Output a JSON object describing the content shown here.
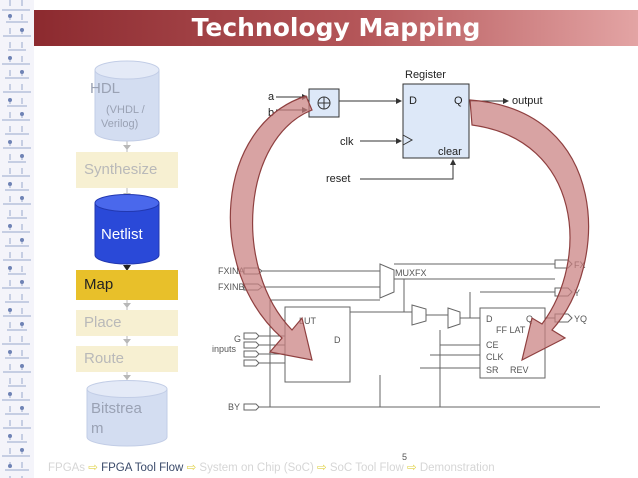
{
  "slide": {
    "title": "Technology Mapping",
    "page_number": "5"
  },
  "flow": {
    "hdl_label": "HDL",
    "hdl_sub_1": "(VHDL /",
    "hdl_sub_2": "Verilog)",
    "synthesize": "Synthesize",
    "netlist": "Netlist",
    "map": "Map",
    "place": "Place",
    "route": "Route",
    "bitstream_1": "Bitstrea",
    "bitstream_2": "m"
  },
  "rtl": {
    "register": "Register",
    "a": "a",
    "b": "b",
    "d": "D",
    "q": "Q",
    "output": "output",
    "clk": "clk",
    "clear": "clear",
    "reset": "reset"
  },
  "slice": {
    "fxina": "FXINA",
    "fxinb": "FXINB",
    "muxfx": "MUXFX",
    "fx": "FX",
    "y": "Y",
    "yq": "YQ",
    "lut": "LUT",
    "lut_d": "D",
    "g": "G",
    "inputs": "inputs",
    "by": "BY",
    "ff_d": "D",
    "ff_q": "Q",
    "ff_latch": "FF LAT",
    "ce": "CE",
    "clk": "CLK",
    "sr": "SR",
    "rev": "REV"
  },
  "footer": {
    "item1": "FPGAs",
    "item2": "FPGA Tool Flow",
    "item3": "System on Chip (SoC)",
    "item4": "SoC Tool Flow",
    "item5": "Demonstration",
    "separator": "⇨"
  },
  "colors": {
    "title_bar_start": "#8c2a2f",
    "title_bar_end": "#e3a4a4",
    "active_step": "#e8c02a",
    "inactive_step": "#f6efcf",
    "netlist_cylinder": "#2a49d8",
    "faded_cylinder": "#c9d6ef",
    "arrow_fill": "#c98080",
    "register_fill": "#dde8f8"
  }
}
